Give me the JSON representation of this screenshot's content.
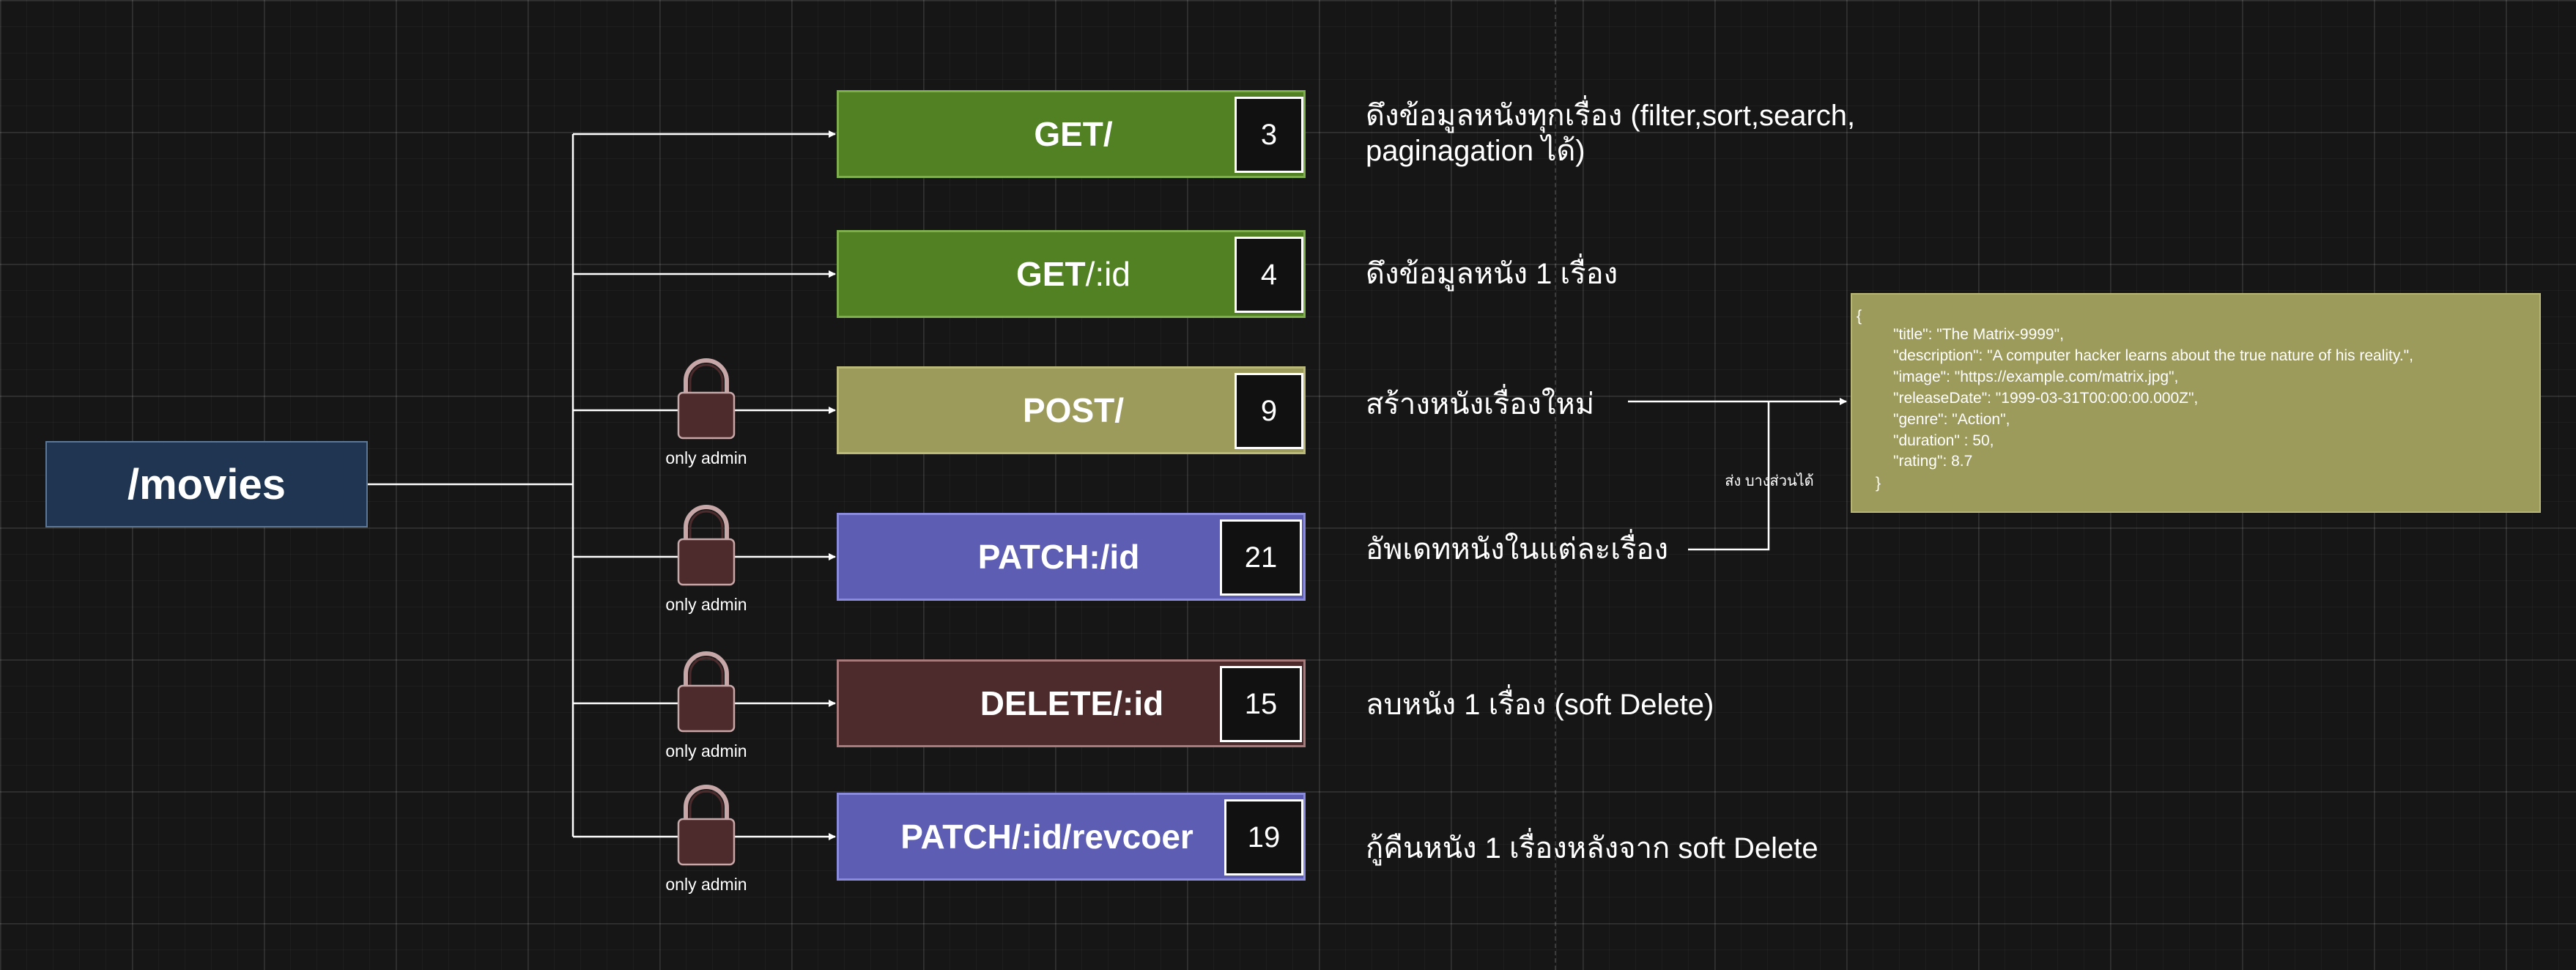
{
  "root": {
    "label": "/movies"
  },
  "lock_label": "only admin",
  "endpoints": [
    {
      "method": "GET",
      "path": "/",
      "count": "3",
      "color": "#518123",
      "border": "#7fae4e",
      "description": [
        "ดึงข้อมูลหนังทุกเรื่อง (filter,sort,search,",
        "paginagation ได้)"
      ],
      "admin_only": false
    },
    {
      "method": "GET",
      "path": "/:id",
      "count": "4",
      "color": "#518123",
      "border": "#7fae4e",
      "description": [
        "ดึงข้อมูลหนัง 1 เรื่อง"
      ],
      "admin_only": false
    },
    {
      "method": "POST",
      "path": "/",
      "count": "9",
      "color": "#9c9b5c",
      "border": "#bbb979",
      "description": [
        "สร้างหนังเรื่องใหม่"
      ],
      "admin_only": true
    },
    {
      "method": "PATCH",
      "path": ":/id",
      "count": "21",
      "color": "#5d5db3",
      "border": "#8b8bde",
      "description": [
        "อัพเดทหนังในแต่ละเรื่อง"
      ],
      "admin_only": true
    },
    {
      "method": "DELETE",
      "path": "/:id",
      "count": "15",
      "color": "#4d2b2c",
      "border": "#a77a7b",
      "description": [
        "ลบหนัง 1 เรื่อง (soft Delete)"
      ],
      "admin_only": true
    },
    {
      "method": "PATCH",
      "path": "/:id/revcoer",
      "count": "19",
      "color": "#5d5db3",
      "border": "#8b8bde",
      "description": [
        "กู้คืนหนัง 1 เรื่องหลังจาก soft Delete"
      ],
      "admin_only": true
    }
  ],
  "payload_label": "ส่ง บางส่วนได้",
  "payload": [
    "{",
    "\"title\": \"The Matrix-9999\",",
    "\"description\": \"A computer hacker learns about the true nature of his reality.\",",
    "\"image\": \"https://example.com/matrix.jpg\",",
    "\"releaseDate\": \"1999-03-31T00:00:00.000Z\",",
    "\"genre\": \"Action\",",
    "\"duration\" : 50,",
    "\"rating\": 8.7",
    "}"
  ],
  "colors": {
    "background": "#161616",
    "root_fill": "#1f3551",
    "lock_fill": "#4d2b2c",
    "payload_fill": "#9c9b5c"
  }
}
